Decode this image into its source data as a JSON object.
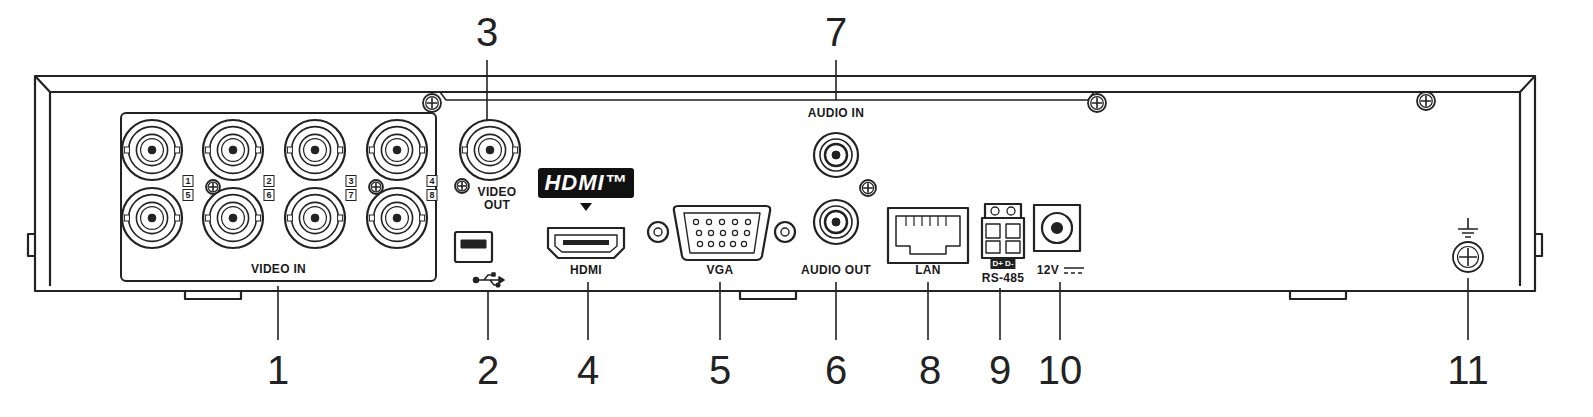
{
  "diagram": {
    "nodes": [
      {
        "text": [
          "VIDEO IN"
        ]
      },
      {
        "text": [
          "HDMI™"
        ]
      }
    ],
    "labels": [
      "3",
      "7",
      "1",
      "5",
      "2",
      "6",
      "3",
      "7",
      "4",
      "8",
      "VIDEO OUT",
      "AUDIO IN",
      "HDMI",
      "VGA",
      "AUDIO OUT",
      "LAN",
      "D+ D-",
      "RS-485",
      "12V",
      "1",
      "2",
      "4",
      "5",
      "6",
      "8",
      "9",
      "10",
      "11"
    ]
  }
}
